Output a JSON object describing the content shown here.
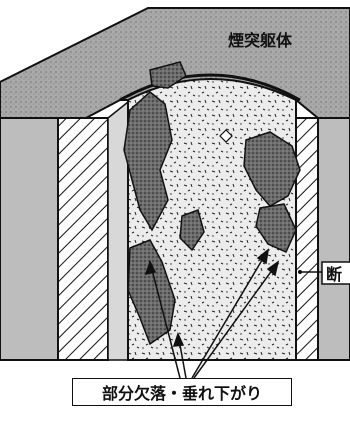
{
  "labels": {
    "chimney_body": "煙突躯体",
    "side_label": "断",
    "bottom_label": "部分欠落・垂れ下がり"
  },
  "colors": {
    "ink": "#111111",
    "top_face": "#9a9a9a",
    "wall_fill": "#bdbdbd",
    "lining": "#e6e6e6",
    "flaking": "#6b6b6b"
  }
}
